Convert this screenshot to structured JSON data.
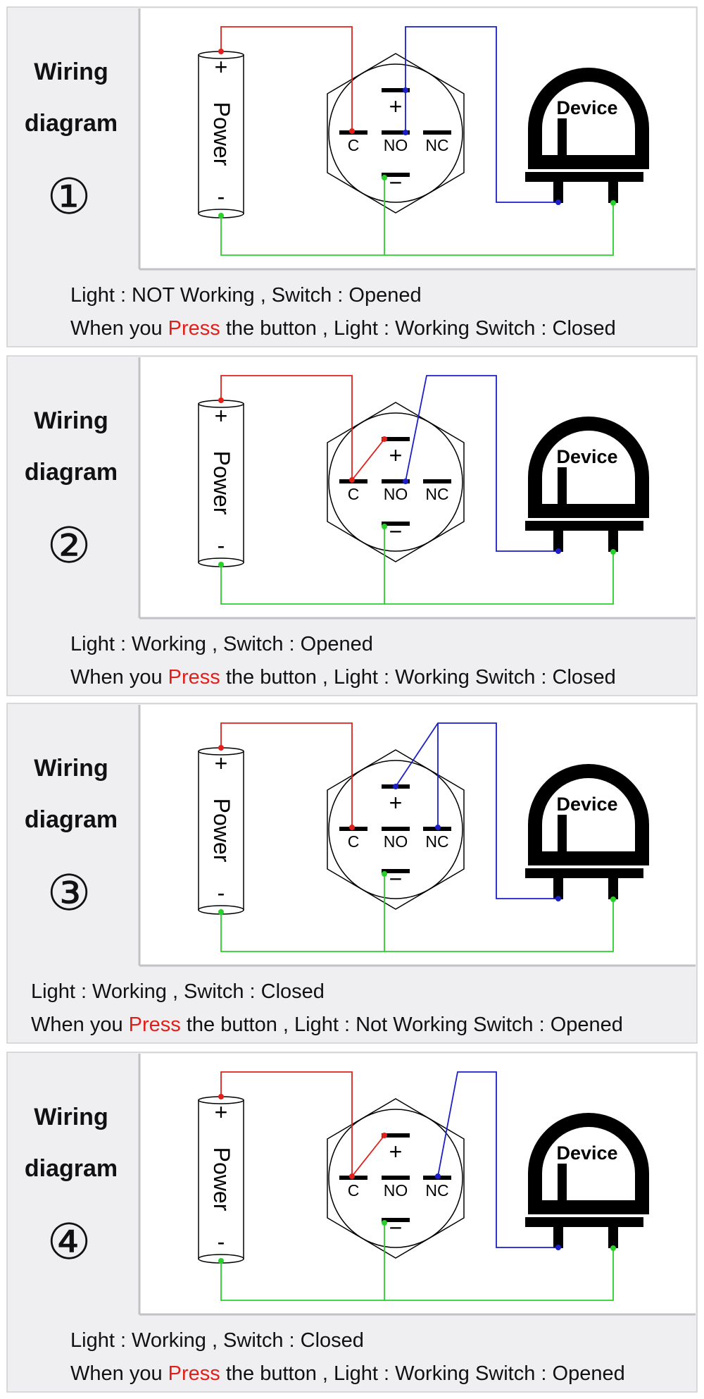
{
  "panels": [
    {
      "title_line1": "Wiring",
      "title_line2": "diagram",
      "number": "①",
      "caption_line1": "Light : NOT Working , Switch : Opened",
      "caption_line2": {
        "before": "When you ",
        "highlight": "Press",
        "after": " the button , Light : Working Switch : Closed"
      }
    },
    {
      "title_line1": "Wiring",
      "title_line2": "diagram",
      "number": "②",
      "caption_line1": "Light : Working , Switch : Opened",
      "caption_line2": {
        "before": "When you ",
        "highlight": "Press",
        "after": " the button , Light : Working Switch : Closed"
      }
    },
    {
      "title_line1": "Wiring",
      "title_line2": "diagram",
      "number": "③",
      "caption_line1": "Light :  Working , Switch : Closed",
      "caption_line2": {
        "before": "When you ",
        "highlight": "Press",
        "after": " the button , Light : Not Working Switch : Opened"
      }
    },
    {
      "title_line1": "Wiring",
      "title_line2": "diagram",
      "number": "④",
      "caption_line1": "Light : Working , Switch : Closed",
      "caption_line2": {
        "before": "When you ",
        "highlight": "Press",
        "after": " the button , Light : Working Switch : Opened"
      }
    }
  ],
  "labels": {
    "power": "Power",
    "plus": "+",
    "minus": "-",
    "switch_plus": "+",
    "switch_minus": "−",
    "c": "C",
    "no": "NO",
    "nc": "NC",
    "device": "Device"
  },
  "colors": {
    "positive_wire": "#e0201a",
    "signal_wire": "#1a1fc8",
    "ground_wire": "#2ad02a",
    "highlight_text": "#e0201a"
  }
}
